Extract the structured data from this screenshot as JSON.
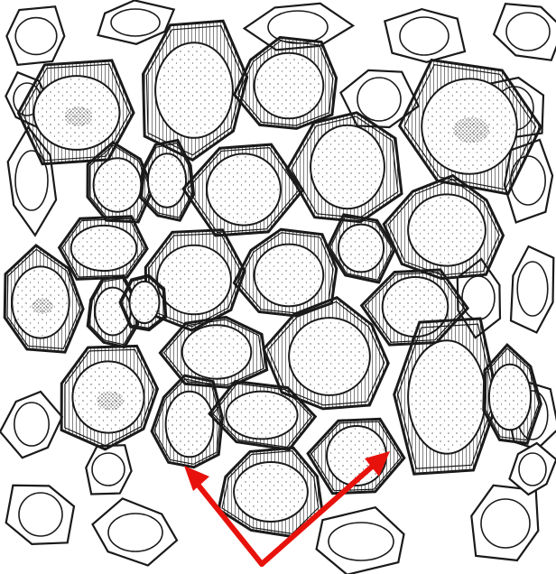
{
  "figure": {
    "ink_color": "#1a1a1a",
    "stipple_color": "#555555",
    "arrow_color": "#e8120c",
    "arrow_count": 2,
    "cells": {
      "thick_walled": 26,
      "thin_walled": 20
    }
  }
}
